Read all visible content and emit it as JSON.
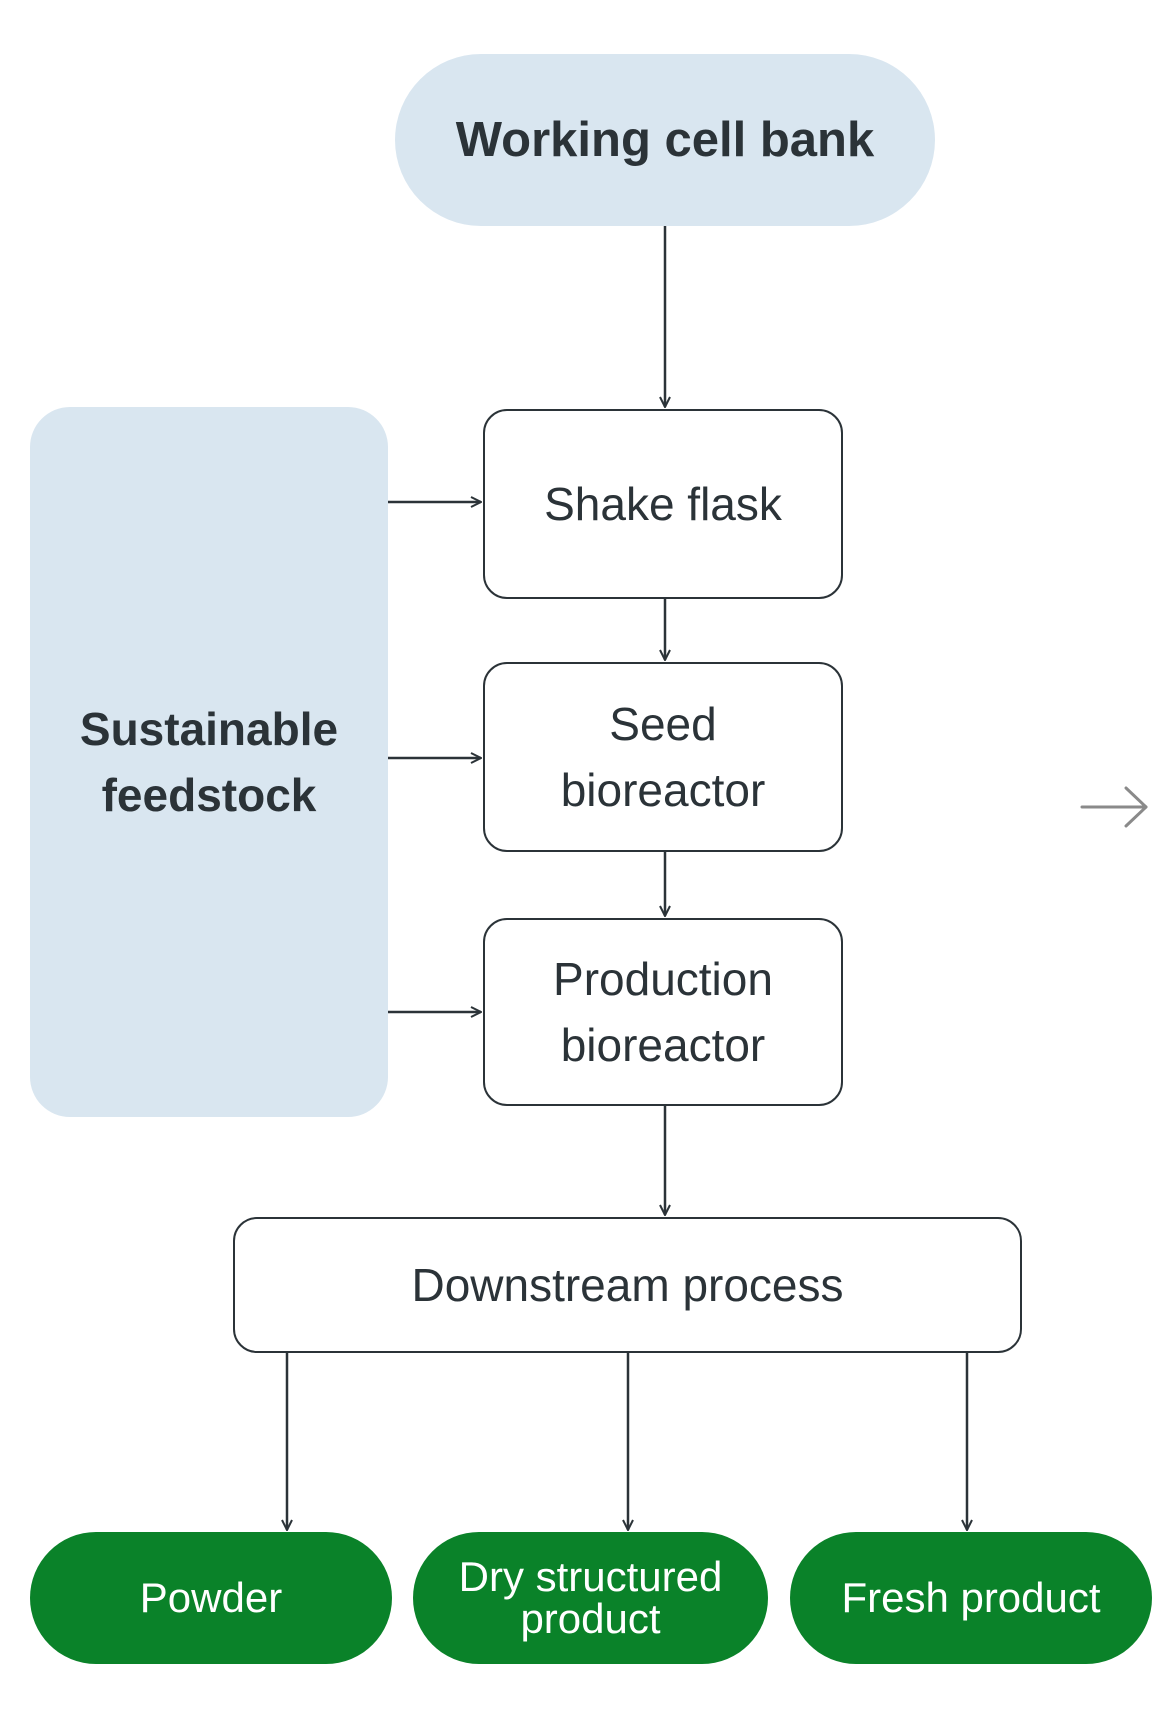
{
  "diagram": {
    "nodes": {
      "working_cell_bank": "Working cell bank",
      "sustainable_feedstock": "Sustainable\nfeedstock",
      "shake_flask": "Shake flask",
      "seed_bioreactor": "Seed\nbioreactor",
      "production_bioreactor": "Production\nbioreactor",
      "downstream_process": "Downstream process",
      "powder": "Powder",
      "dry_structured_product": "Dry structured\nproduct",
      "fresh_product": "Fresh product"
    },
    "edges": [
      {
        "from": "working_cell_bank",
        "to": "shake_flask"
      },
      {
        "from": "sustainable_feedstock",
        "to": "shake_flask"
      },
      {
        "from": "sustainable_feedstock",
        "to": "seed_bioreactor"
      },
      {
        "from": "sustainable_feedstock",
        "to": "production_bioreactor"
      },
      {
        "from": "shake_flask",
        "to": "seed_bioreactor"
      },
      {
        "from": "seed_bioreactor",
        "to": "production_bioreactor"
      },
      {
        "from": "production_bioreactor",
        "to": "downstream_process"
      },
      {
        "from": "downstream_process",
        "to": "powder"
      },
      {
        "from": "downstream_process",
        "to": "dry_structured_product"
      },
      {
        "from": "downstream_process",
        "to": "fresh_product"
      }
    ]
  },
  "colors": {
    "light_blue_fill": "#d9e6f0",
    "product_green": "#0a8229",
    "dark_text": "#2b3338",
    "next_arrow_gray": "#8a8a8a"
  },
  "icons": {
    "next": "arrow-right-icon"
  }
}
